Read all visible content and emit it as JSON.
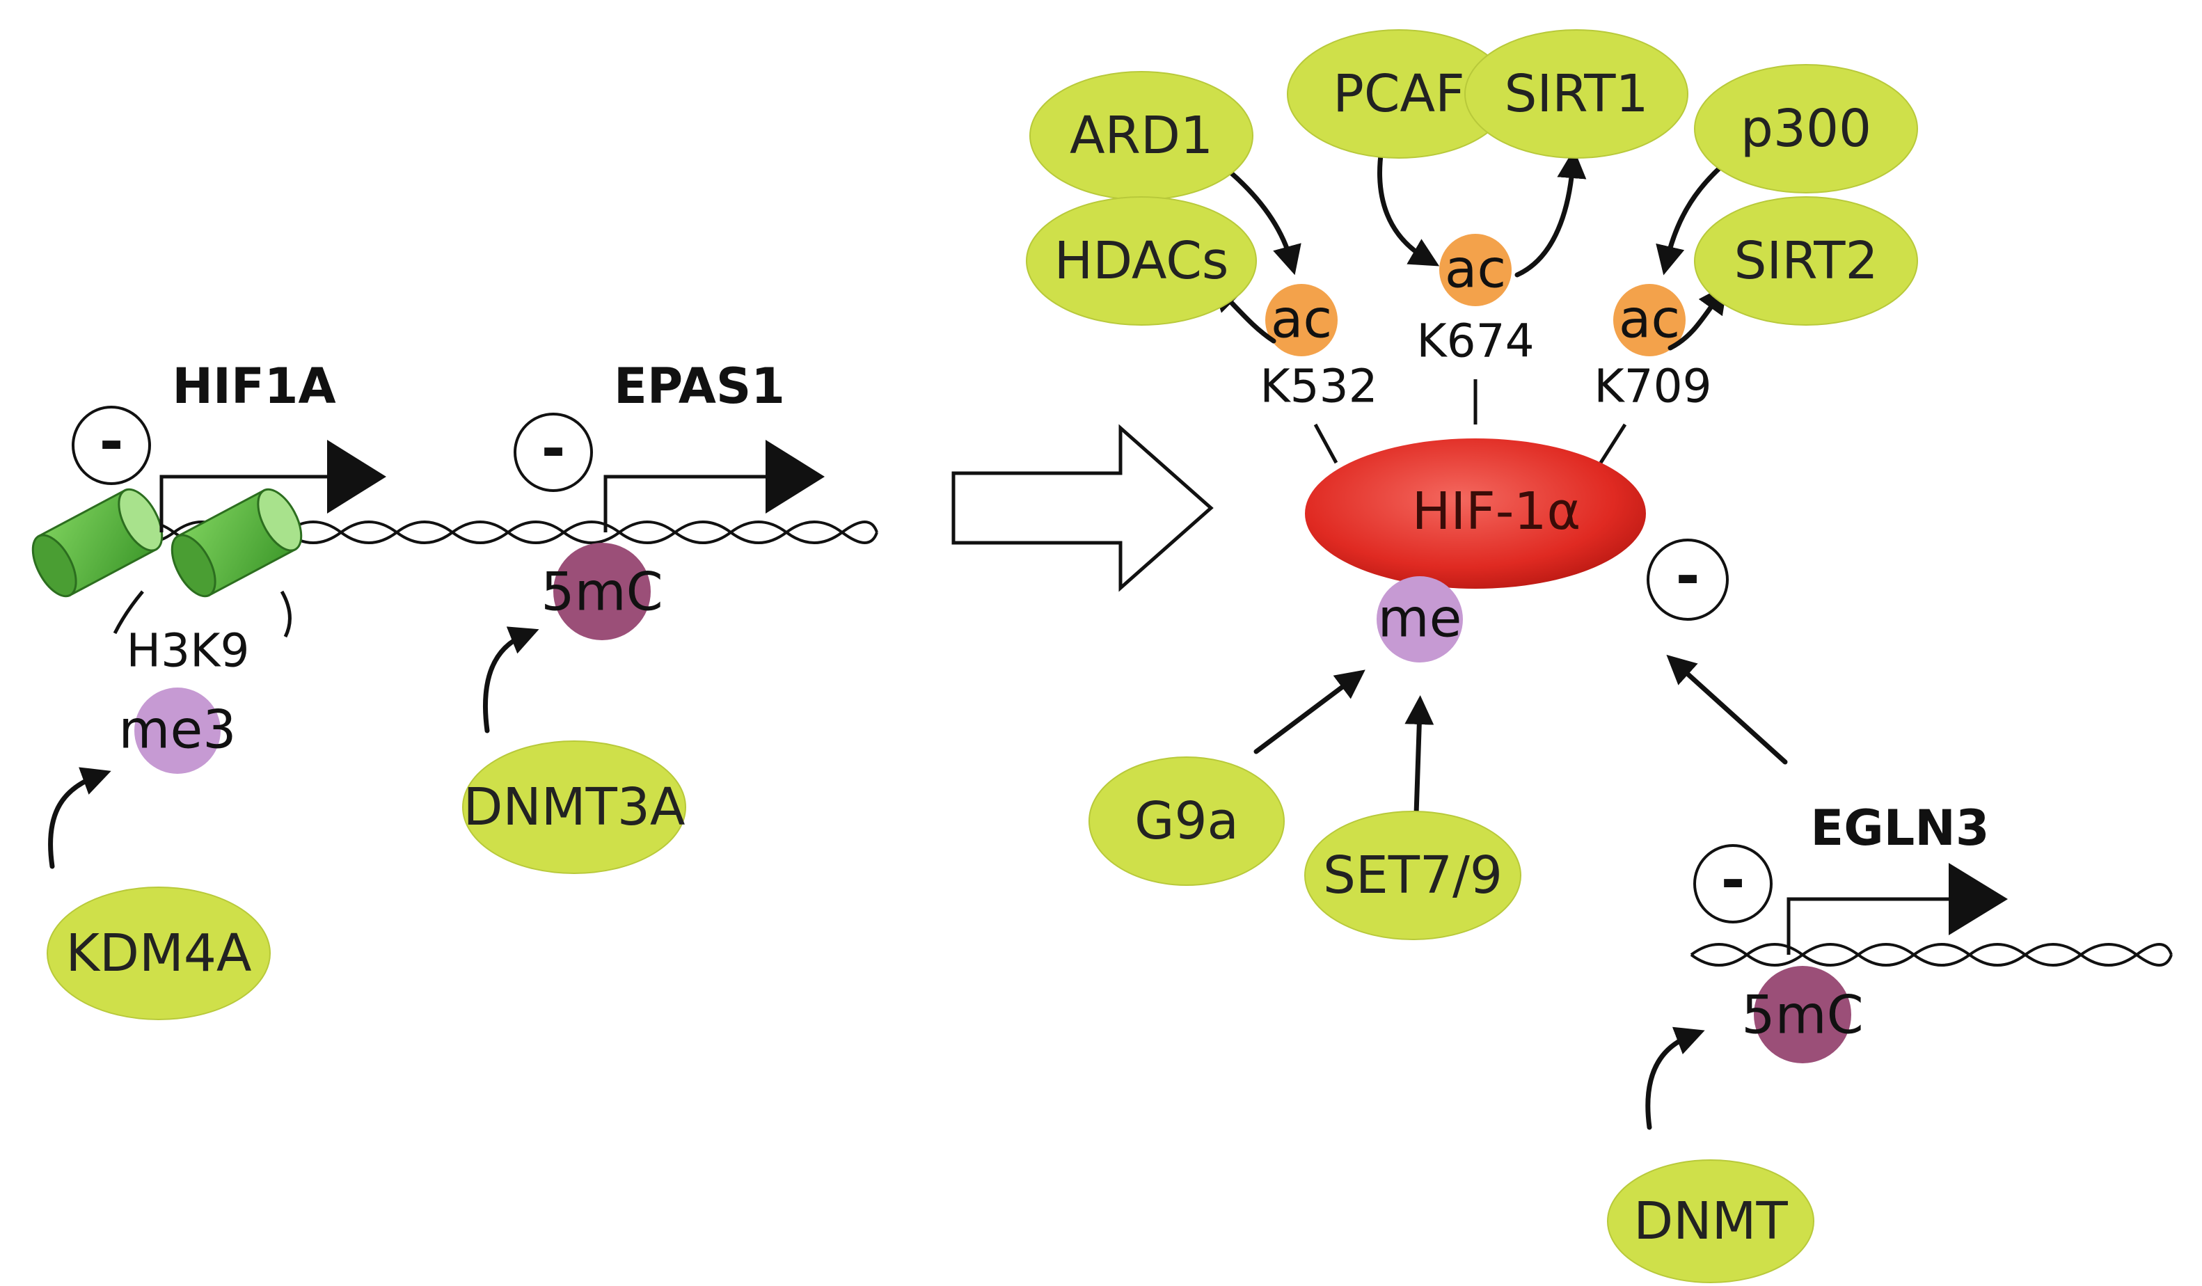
{
  "genes": {
    "hif1a": "HIF1A",
    "epas1": "EPAS1",
    "egln3": "EGLN3"
  },
  "enzymes": {
    "ard1": "ARD1",
    "pcaf": "PCAF",
    "sirt1": "SIRT1",
    "p300": "p300",
    "hdacs": "HDACs",
    "sirt2": "SIRT2",
    "g9a": "G9a",
    "set79": "SET7/9",
    "dnmt3a": "DNMT3A",
    "kdm4a": "KDM4A",
    "dnmt": "DNMT"
  },
  "marks": {
    "ac": "ac",
    "me": "me",
    "me3": "me3",
    "methyl_c": "5mC",
    "h3k9": "H3K9",
    "minus": "-"
  },
  "sites": {
    "k532": "K532",
    "k674": "K674",
    "k709": "K709"
  },
  "protein": {
    "label": "HIF-1α"
  },
  "colors": {
    "enzyme": "#cfe04a",
    "acetyl": "#f3a24b",
    "methyl": "#c69ad3",
    "five_mc": "#9b4f78",
    "hif_protein": "#e02a22",
    "nucleosome": "#5fb843"
  }
}
